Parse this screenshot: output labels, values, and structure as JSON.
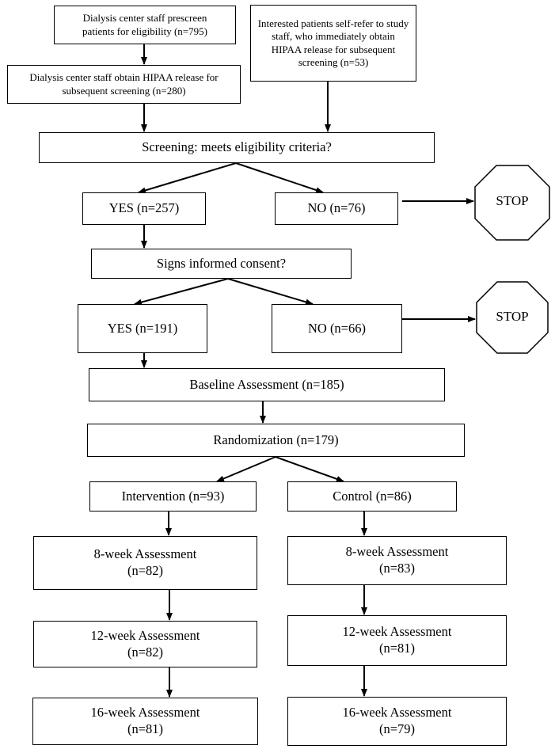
{
  "prescreen": "Dialysis center staff prescreen patients for eligibility (n=795)",
  "self_refer": "Interested patients self-refer to study staff, who immediately obtain HIPAA release for subsequent screening (n=53)",
  "hipaa": "Dialysis center staff obtain HIPAA release for subsequent screening (n=280)",
  "screening": "Screening: meets eligibility criteria?",
  "screen_yes": "YES (n=257)",
  "screen_no": "NO (n=76)",
  "stop": "STOP",
  "consent": "Signs informed consent?",
  "consent_yes": "YES (n=191)",
  "consent_no": "NO (n=66)",
  "baseline": "Baseline Assessment (n=185)",
  "randomization": "Randomization (n=179)",
  "intervention": "Intervention (n=93)",
  "control": "Control (n=86)",
  "int_8": {
    "title": "8-week Assessment",
    "n": "(n=82)"
  },
  "int_12": {
    "title": "12-week Assessment",
    "n": "(n=82)"
  },
  "int_16": {
    "title": "16-week Assessment",
    "n": "(n=81)"
  },
  "ctl_8": {
    "title": "8-week Assessment",
    "n": "(n=83)"
  },
  "ctl_12": {
    "title": "12-week Assessment",
    "n": "(n=81)"
  },
  "ctl_16": {
    "title": "16-week Assessment",
    "n": "(n=79)"
  }
}
